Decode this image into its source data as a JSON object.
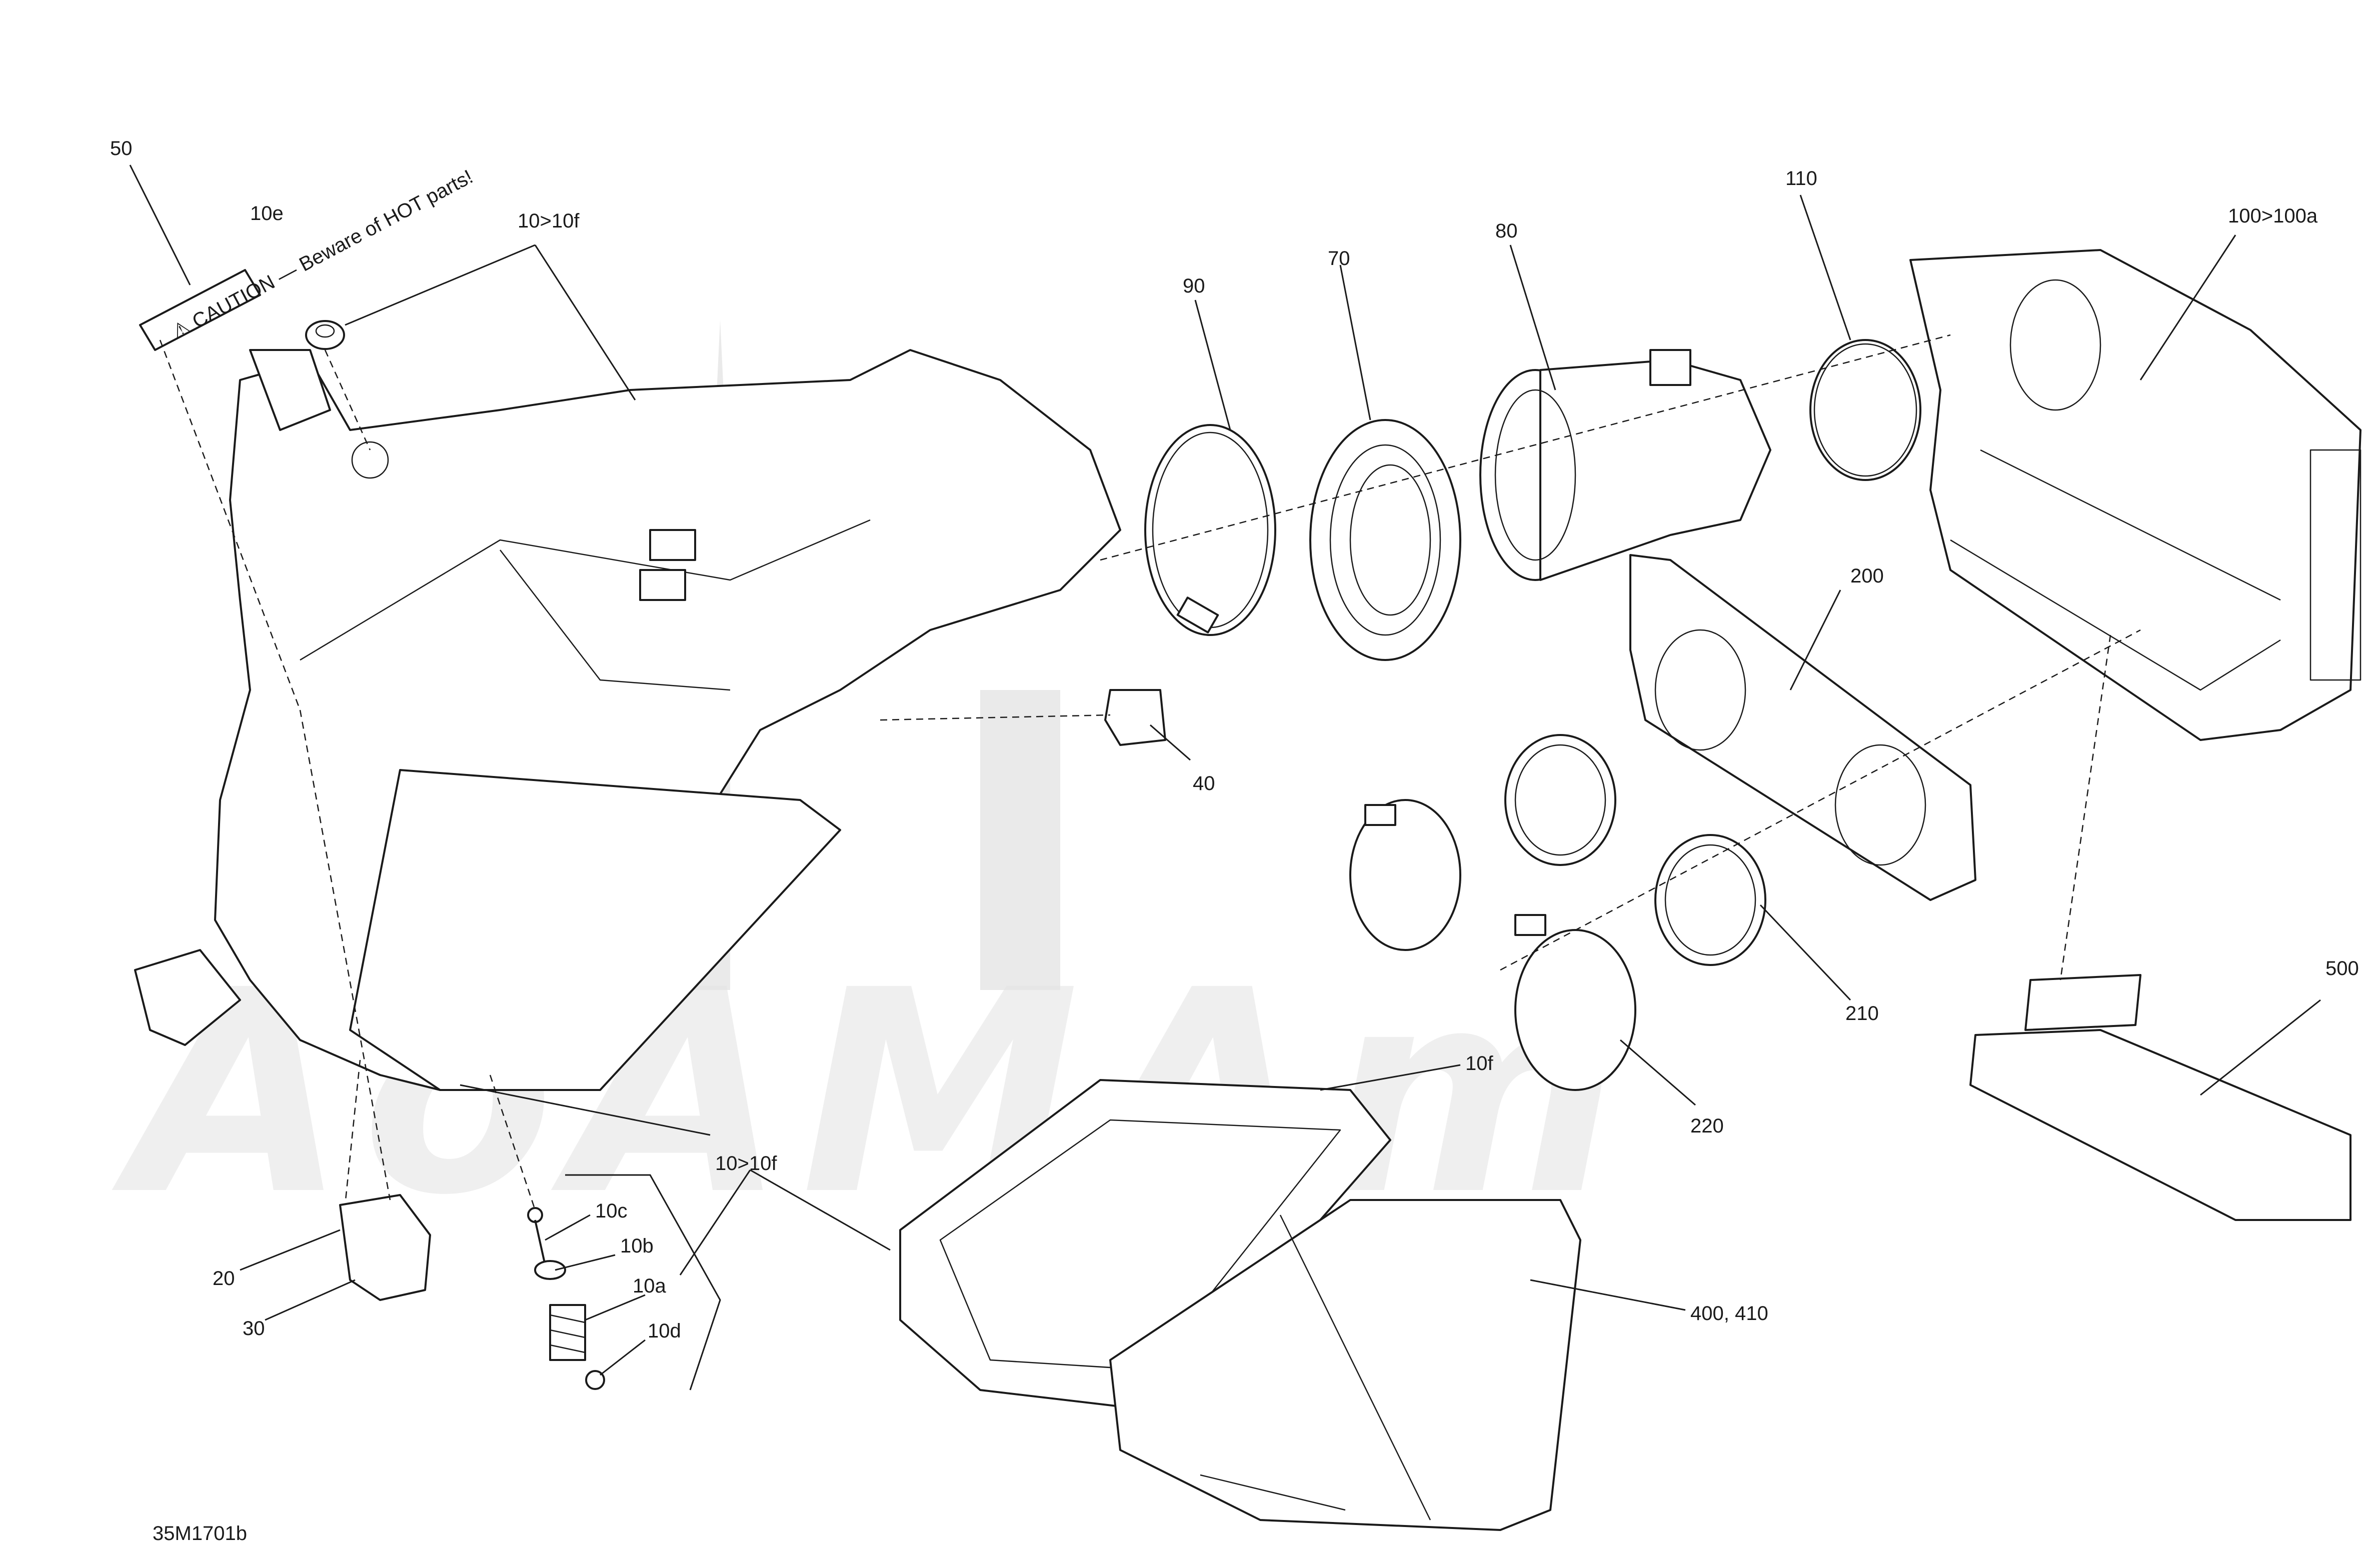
{
  "diagram": {
    "drawing_number": "35M1701b",
    "decal_text": "⚠ CAUTION — Beware of HOT parts!",
    "callouts": [
      {
        "id": "c50",
        "text": "50"
      },
      {
        "id": "c10e",
        "text": "10e"
      },
      {
        "id": "c10-10f-top",
        "text": "10>10f"
      },
      {
        "id": "c90",
        "text": "90"
      },
      {
        "id": "c70",
        "text": "70"
      },
      {
        "id": "c80",
        "text": "80"
      },
      {
        "id": "c110",
        "text": "110"
      },
      {
        "id": "c100",
        "text": "100>100a"
      },
      {
        "id": "c200",
        "text": "200"
      },
      {
        "id": "c40",
        "text": "40"
      },
      {
        "id": "c210",
        "text": "210"
      },
      {
        "id": "c500",
        "text": "500"
      },
      {
        "id": "c10f",
        "text": "10f"
      },
      {
        "id": "c220",
        "text": "220"
      },
      {
        "id": "c10-10f-bottom",
        "text": "10>10f"
      },
      {
        "id": "c10c",
        "text": "10c"
      },
      {
        "id": "c10b",
        "text": "10b"
      },
      {
        "id": "c10a",
        "text": "10a"
      },
      {
        "id": "c10d",
        "text": "10d"
      },
      {
        "id": "c20",
        "text": "20"
      },
      {
        "id": "c30",
        "text": "30"
      },
      {
        "id": "c400",
        "text": "400, 410"
      }
    ]
  }
}
